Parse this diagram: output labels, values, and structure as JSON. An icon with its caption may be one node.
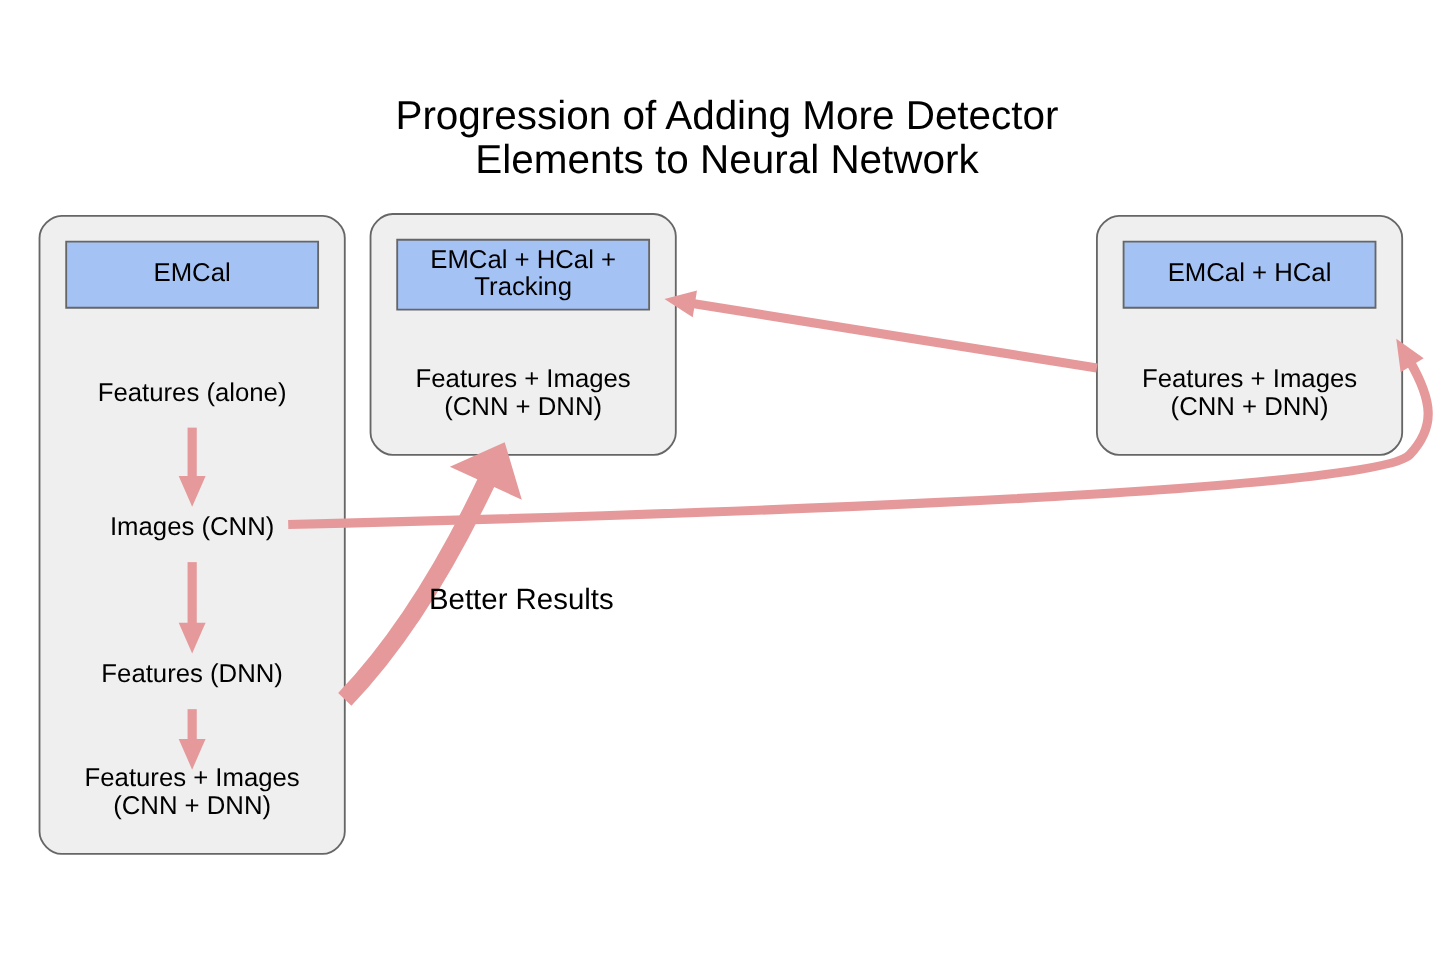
{
  "diagram": {
    "title": "Progression of Adding More Detector Elements to Neural Network",
    "nodes": [
      {
        "text": [],
        "shape": "box"
      },
      {
        "text": [
          "EMCal"
        ],
        "in": 0
      },
      {
        "text": [
          "Features (alone)"
        ],
        "in": 0
      },
      {
        "text": [
          "Images (CNN)"
        ],
        "in": 0
      },
      {
        "text": [
          "Features (DNN)"
        ],
        "in": 0
      },
      {
        "text": [
          "Features + Images (CNN + DNN)"
        ],
        "in": 0
      },
      {
        "text": [],
        "shape": "box"
      },
      {
        "text": [
          "EMCal + HCal"
        ],
        "in": 6
      },
      {
        "text": [
          "Features + Images (CNN + DNN)"
        ],
        "in": 6
      },
      {
        "text": [],
        "shape": "box"
      },
      {
        "text": [
          "EMCal + HCal + Tracking"
        ],
        "in": 9
      },
      {
        "text": [
          "Features + Images (CNN + DNN)"
        ],
        "in": 9
      }
    ],
    "edges": [
      {
        "from": 2,
        "to": 3,
        "arrow": "to"
      },
      {
        "from": 3,
        "to": 4,
        "arrow": "to"
      },
      {
        "from": 4,
        "to": 5,
        "arrow": "to"
      },
      {
        "from": 3,
        "to": 6,
        "arrow": "to"
      },
      {
        "from": 6,
        "to": 9,
        "arrow": "to"
      },
      {
        "from": 0,
        "to": 9,
        "arrow": "to",
        "label": "Better Results",
        "style": "thick"
      }
    ]
  }
}
